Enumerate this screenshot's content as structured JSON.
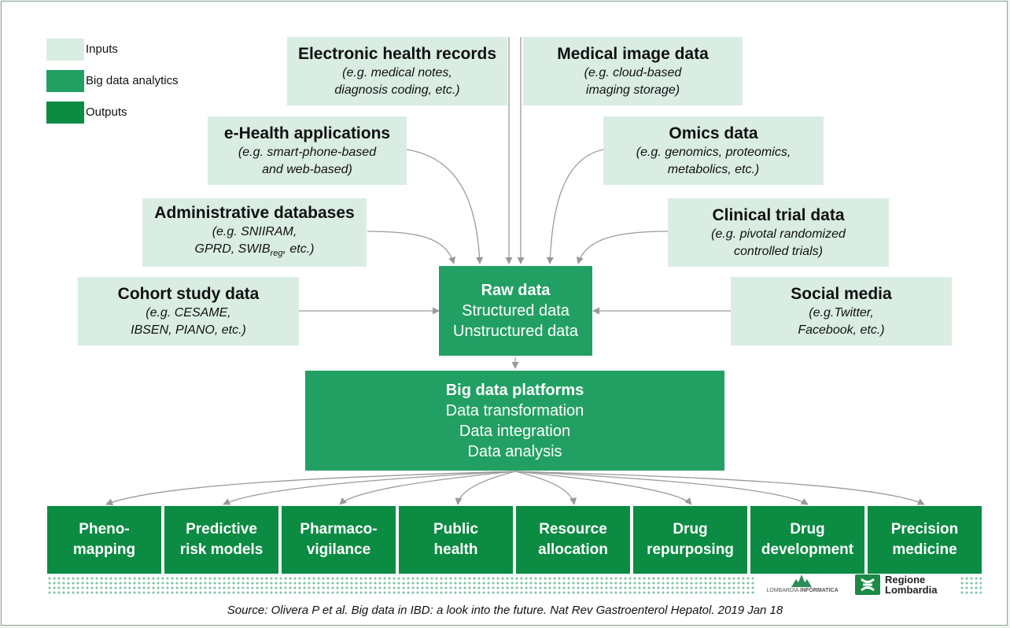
{
  "legend": [
    {
      "label": "Inputs",
      "color": "#d9ede3"
    },
    {
      "label": "Big data analytics",
      "color": "#22a063"
    },
    {
      "label": "Outputs",
      "color": "#0c8b43"
    }
  ],
  "inputs": {
    "ehr": {
      "title": "Electronic health records",
      "lines": [
        "(e.g. medical notes,",
        "diagnosis coding, etc.)"
      ]
    },
    "image": {
      "title": "Medical image data",
      "lines": [
        "(e.g. cloud-based",
        "imaging storage)"
      ]
    },
    "ehealth": {
      "title": "e-Health applications",
      "lines": [
        "(e.g. smart-phone-based",
        "and web-based)"
      ]
    },
    "omics": {
      "title": "Omics data",
      "lines": [
        "(e.g. genomics, proteomics,",
        "metabolics, etc.)"
      ]
    },
    "admin": {
      "title": "Administrative databases",
      "lines": [
        "(e.g. SNIIRAM,",
        "GPRD, SWIB",
        "reg",
        ", etc.)"
      ]
    },
    "clinical": {
      "title": "Clinical trial data",
      "lines": [
        "(e.g. pivotal randomized",
        "controlled trials)"
      ]
    },
    "cohort": {
      "title": "Cohort study data",
      "lines": [
        "(e.g. CESAME,",
        "IBSEN, PIANO, etc.)"
      ]
    },
    "social": {
      "title": "Social media",
      "lines": [
        "(e.g.Twitter,",
        "Facebook, etc.)"
      ]
    }
  },
  "raw": {
    "title": "Raw data",
    "lines": [
      "Structured data",
      "Unstructured data"
    ]
  },
  "platforms": {
    "title": "Big data platforms",
    "lines": [
      "Data transformation",
      "Data integration",
      "Data analysis"
    ]
  },
  "outputs": [
    [
      "Pheno-",
      "mapping"
    ],
    [
      "Predictive",
      "risk models"
    ],
    [
      "Pharmaco-",
      "vigilance"
    ],
    [
      "Public",
      "health"
    ],
    [
      "Resource",
      "allocation"
    ],
    [
      "Drug",
      "repurposing"
    ],
    [
      "Drug",
      "development"
    ],
    [
      "Precision",
      "medicine"
    ]
  ],
  "logos": {
    "lombardia_informatica": [
      "LOMBARDIA ",
      "INFORMATICA"
    ],
    "regione": [
      "Regione",
      "Lombardia"
    ]
  },
  "source": "Source: Olivera P et al. Big data in IBD: a look into the future. Nat Rev Gastroenterol Hepatol. 2019 Jan 18",
  "colors": {
    "inputs": "#d9ede3",
    "analytics": "#22a063",
    "outputs": "#0c8b43",
    "arrows": "#999999"
  }
}
